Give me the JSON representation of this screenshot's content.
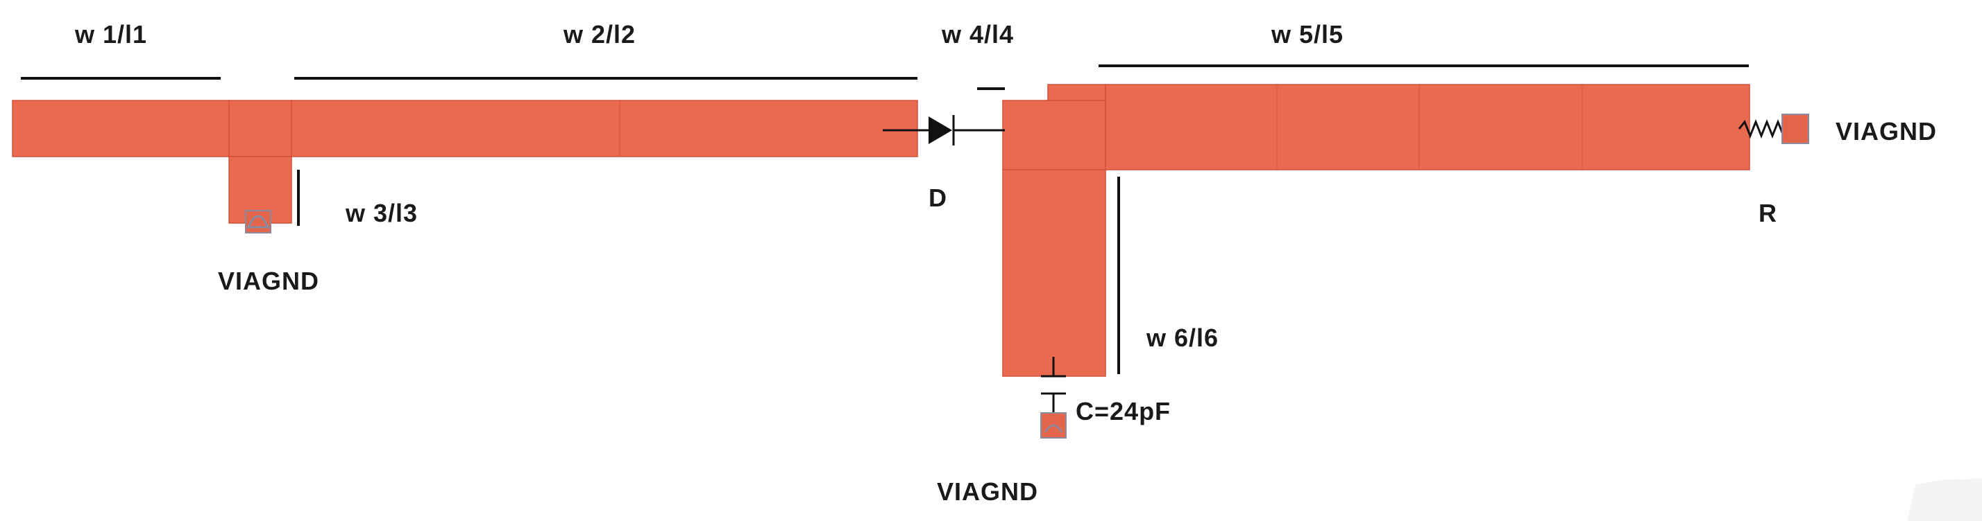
{
  "colors": {
    "microstrip": "#ea6a4f",
    "microstrip_edge": "#d4503a",
    "via_fill": "#e2654c",
    "via_outline": "#8a8aa0",
    "dimension_line": "#111111",
    "text": "#1a1a1a",
    "background": "#ffffff"
  },
  "labels": {
    "w1": "w 1/l1",
    "w2": "w 2/l2",
    "w3": "w 3/l3",
    "w4": "w 4/l4",
    "w5": "w 5/l5",
    "w6": "w 6/l6",
    "diode": "D",
    "resistor": "R",
    "capacitor": "C=24pF",
    "via_stub": "VIAGND",
    "via_resistor": "VIAGND",
    "via_capacitor": "VIAGND"
  },
  "components": {
    "diode_icon": "diode-icon",
    "resistor_icon": "resistor-zigzag-icon",
    "capacitor_icon": "capacitor-icon",
    "via_icon": "via-ground-icon"
  }
}
